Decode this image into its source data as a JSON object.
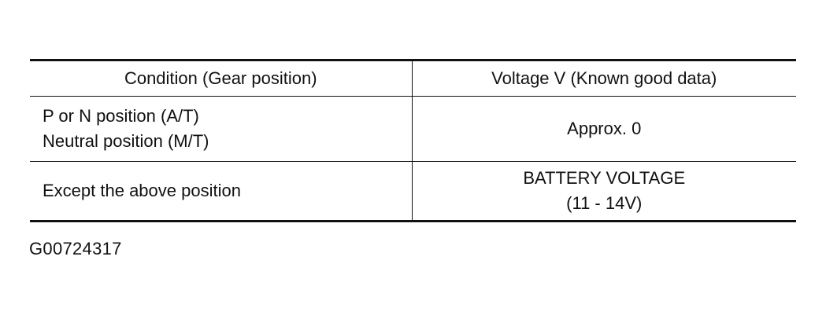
{
  "table": {
    "headers": {
      "condition": "Condition (Gear position)",
      "voltage": "Voltage V (Known good data)"
    },
    "rows": [
      {
        "condition_lines": [
          "P or N position (A/T)",
          "Neutral position (M/T)"
        ],
        "voltage_lines": [
          "Approx. 0"
        ]
      },
      {
        "condition_lines": [
          "Except the above position"
        ],
        "voltage_lines": [
          "BATTERY VOLTAGE",
          "(11 - 14V)"
        ]
      }
    ]
  },
  "figure_code": "G00724317"
}
